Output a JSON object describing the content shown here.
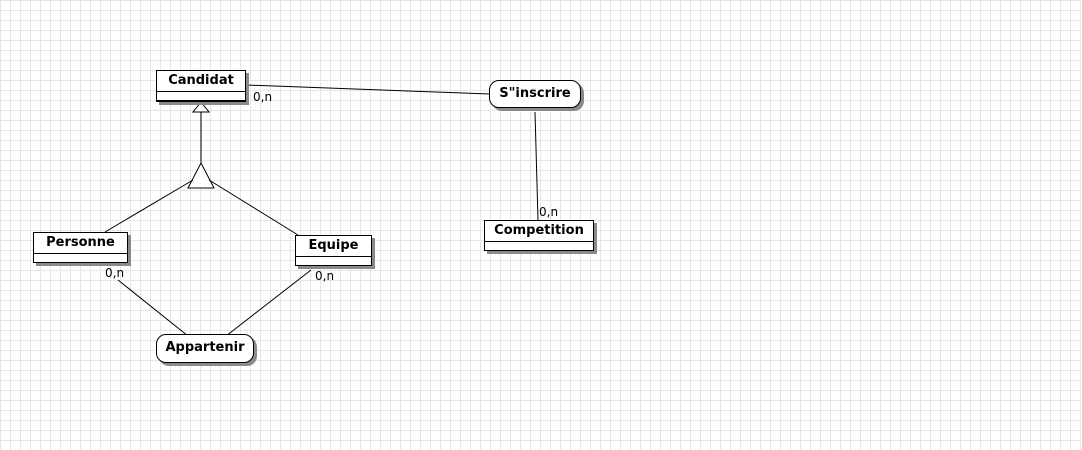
{
  "entities": {
    "candidat": "Candidat",
    "personne": "Personne",
    "equipe": "Equipe",
    "competition": "Competition"
  },
  "associations": {
    "sinscrire": "S\"inscrire",
    "appartenir": "Appartenir"
  },
  "cardinalities": {
    "candidat_sinscrire": "0,n",
    "competition_sinscrire": "0,n",
    "personne_appartenir": "0,n",
    "equipe_appartenir": "0,n"
  }
}
